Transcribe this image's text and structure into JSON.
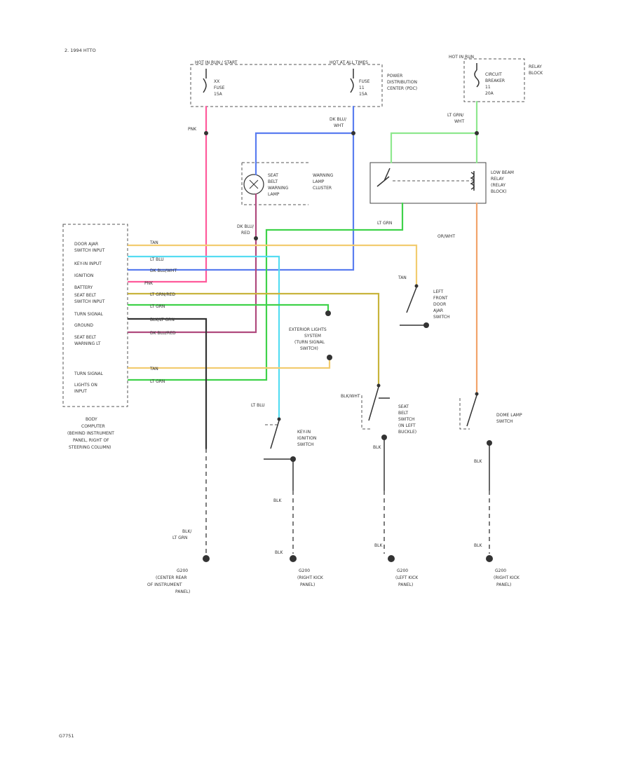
{
  "header": {
    "title": "2. 1994 HTTO"
  },
  "footer": {
    "code": "G7751"
  },
  "wire_colors": {
    "pink": "#ff5a9b",
    "blue": "#5a7df0",
    "green": "#3fd24a",
    "lt_green": "#8ee88e",
    "tan": "#f2cc70",
    "lt_blue": "#55dcf2",
    "maroon": "#b04a7e",
    "orange": "#f2a36a",
    "olive": "#c8b43c",
    "black": "#333333"
  },
  "components": {
    "fuse_box": {
      "hot_left": "HOT IN RUN / START",
      "hot_right": "HOT AT ALL TIMES",
      "fuse_left": [
        "XX",
        "FUSE",
        "15A"
      ],
      "fuse_right": [
        "FUSE",
        "11",
        "15A"
      ],
      "pdc": [
        "POWER",
        "DISTRIBUTION",
        "CENTER (PDC)"
      ]
    },
    "relay_block": {
      "hot": "HOT IN RUN",
      "breaker": [
        "CIRCUIT",
        "BREAKER",
        "11",
        "20A"
      ],
      "name": [
        "RELAY",
        "BLOCK"
      ]
    },
    "warning_lamp": {
      "lamp": [
        "SEAT",
        "BELT",
        "WARNING",
        "LAMP"
      ],
      "cluster": [
        "WARNING",
        "LAMP",
        "CLUSTER"
      ]
    },
    "lamp_relay": [
      "LOW BEAM",
      "RELAY",
      "(RELAY",
      "BLOCK)"
    ],
    "body_computer": {
      "pins": [
        "DOOR AJAR",
        "SWITCH INPUT",
        "KEY-IN INPUT",
        "IGNITION",
        "BATTERY",
        "SEAT BELT",
        "SWITCH INPUT",
        "TURN SIGNAL",
        "GROUND",
        "SEAT BELT",
        "WARNING LT",
        "TURN SIGNAL",
        "LIGHTS ON",
        "INPUT"
      ],
      "name": [
        "BODY",
        "COMPUTER",
        "(BEHIND INSTRUMENT",
        "PANEL, RIGHT OF",
        "STEERING COLUMN)"
      ]
    },
    "door_switch": [
      "LEFT",
      "FRONT",
      "DOOR",
      "AJAR",
      "SWITCH"
    ],
    "exterior_lights": [
      "EXTERIOR LIGHTS",
      "SYSTEM",
      "(TURN SIGNAL",
      "SWITCH)"
    ],
    "key_in_switch": [
      "KEY-IN",
      "IGNITION",
      "SWITCH"
    ],
    "seat_belt_switch": [
      "SEAT",
      "BELT",
      "SWITCH",
      "(IN LEFT",
      "BUCKLE)"
    ],
    "dome_switch": [
      "DOME LAMP",
      "SWITCH"
    ]
  },
  "wire_labels": {
    "pnk": "PNK",
    "dk_blu_wht": [
      "DK BLU/",
      "WHT"
    ],
    "lt_grn_wht": [
      "LT GRN/",
      "WHT"
    ],
    "dk_blu_red": [
      "DK BLU/",
      "RED"
    ],
    "lt_grn": "LT GRN",
    "or_wht": "OR/WHT",
    "tan_door": "TAN",
    "lt_blu": "LT BLU",
    "blk_wht": "BLK/WHT",
    "blk": "BLK",
    "blk_lt_grn": [
      "BLK/",
      "LT GRN"
    ],
    "bc_tan": "TAN",
    "bc_lt_blu": "LT BLU",
    "bc_dk_blu_wht": "DK BLU/WHT",
    "bc_pnk": "PNK",
    "bc_lt_grn_red": "LT GRN/RED",
    "bc_lt_grn": "LT GRN",
    "bc_blk_lt_grn": "BLK/LT GRN",
    "bc_dk_blu_red": "DK BLU/RED",
    "bc_tan2": "TAN",
    "bc_lt_grn2": "LT GRN"
  },
  "grounds": {
    "g1": [
      "G200",
      "(CENTER REAR",
      "OF INSTRUMENT",
      "PANEL)"
    ],
    "g2": [
      "G200",
      "(RIGHT KICK",
      "PANEL)"
    ],
    "g3": [
      "G200",
      "(LEFT KICK",
      "PANEL)"
    ],
    "g4": [
      "G200",
      "(RIGHT KICK",
      "PANEL)"
    ]
  }
}
